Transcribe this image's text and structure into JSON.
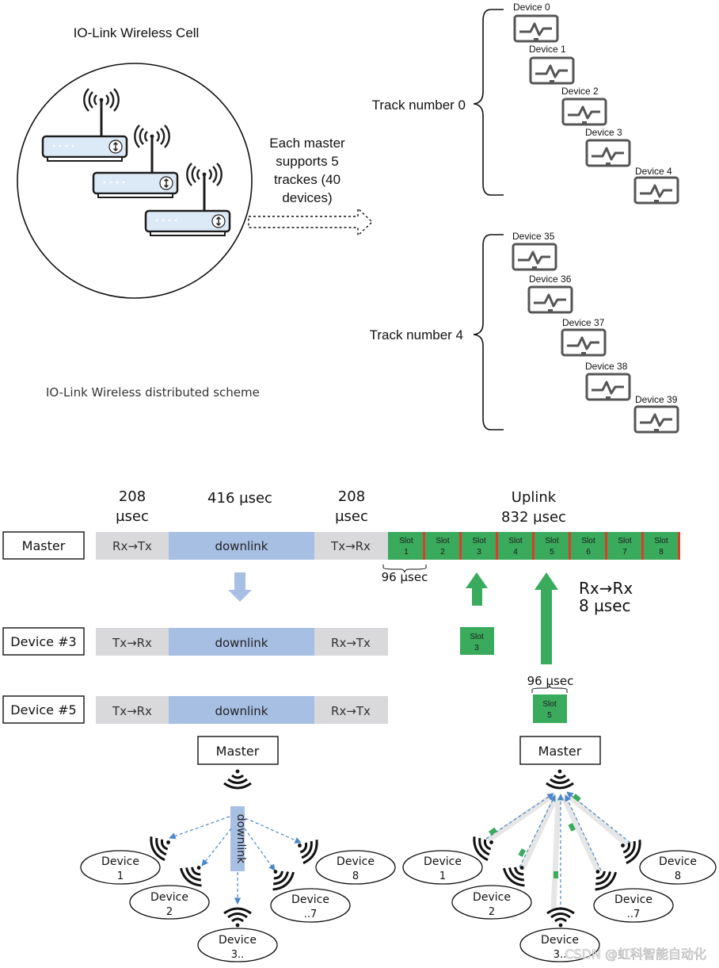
{
  "top": {
    "cell_title": "IO-Link Wireless Cell",
    "caption": "IO-Link Wireless distributed scheme",
    "master_note": [
      "Each master",
      "supports 5",
      "trackes (40",
      "devices)"
    ],
    "tracks": [
      {
        "label": "Track number 0",
        "devices": [
          "Device 0",
          "Device 1",
          "Device 2",
          "Device 3",
          "Device 4"
        ]
      },
      {
        "label": "Track number 4",
        "devices": [
          "Device 35",
          "Device 36",
          "Device 37",
          "Device 38",
          "Device 39"
        ]
      }
    ]
  },
  "timing": {
    "headers": {
      "rxtx_time": [
        "208",
        "µsec"
      ],
      "downlink_time": "416 µsec",
      "txrx_time": [
        "208",
        "µsec"
      ],
      "uplink": [
        "Uplink",
        "832 µsec"
      ]
    },
    "rows": [
      {
        "name": "Master",
        "segments": [
          "Rx→Tx",
          "downlink",
          "Tx→Rx"
        ]
      },
      {
        "name": "Device #3",
        "segments": [
          "Tx→Rx",
          "downlink",
          "Rx→Tx"
        ]
      },
      {
        "name": "Device #5",
        "segments": [
          "Tx→Rx",
          "downlink",
          "Rx→Tx"
        ]
      }
    ],
    "slot_word": "Slot",
    "slots": [
      "1",
      "2",
      "3",
      "4",
      "5",
      "6",
      "7",
      "8"
    ],
    "slot_width_label": "96 µsec",
    "device3_slot": "3",
    "device5_slot": "5",
    "device5_slot_width_label": "96 µsec",
    "rxrx": [
      "Rx→Rx",
      "8 µsec"
    ]
  },
  "net_left": {
    "master": "Master",
    "link_label": "downlink",
    "devices": [
      {
        "l1": "Device",
        "l2": "1"
      },
      {
        "l1": "Device",
        "l2": "2"
      },
      {
        "l1": "Device",
        "l2": "3.."
      },
      {
        "l1": "Device",
        "l2": "..7"
      },
      {
        "l1": "Device",
        "l2": "8"
      }
    ]
  },
  "net_right": {
    "master": "Master",
    "devices": [
      {
        "l1": "Device",
        "l2": "1"
      },
      {
        "l1": "Device",
        "l2": "2"
      },
      {
        "l1": "Device",
        "l2": "3.."
      },
      {
        "l1": "Device",
        "l2": "..7"
      },
      {
        "l1": "Device",
        "l2": "8"
      }
    ]
  },
  "watermark": "CSDN @虹科智能自动化",
  "colors": {
    "grey_box": "#d9d9db",
    "downlink_blue": "#a6bfe3",
    "slot_green": "#3aaa5c",
    "slot_divider": "#e03a2a",
    "uplink_arrow": "#3aaa5c",
    "downlink_arrow": "#a6bfe3",
    "dashed_arrow": "#4a86c8",
    "icon_grey": "#555555"
  }
}
